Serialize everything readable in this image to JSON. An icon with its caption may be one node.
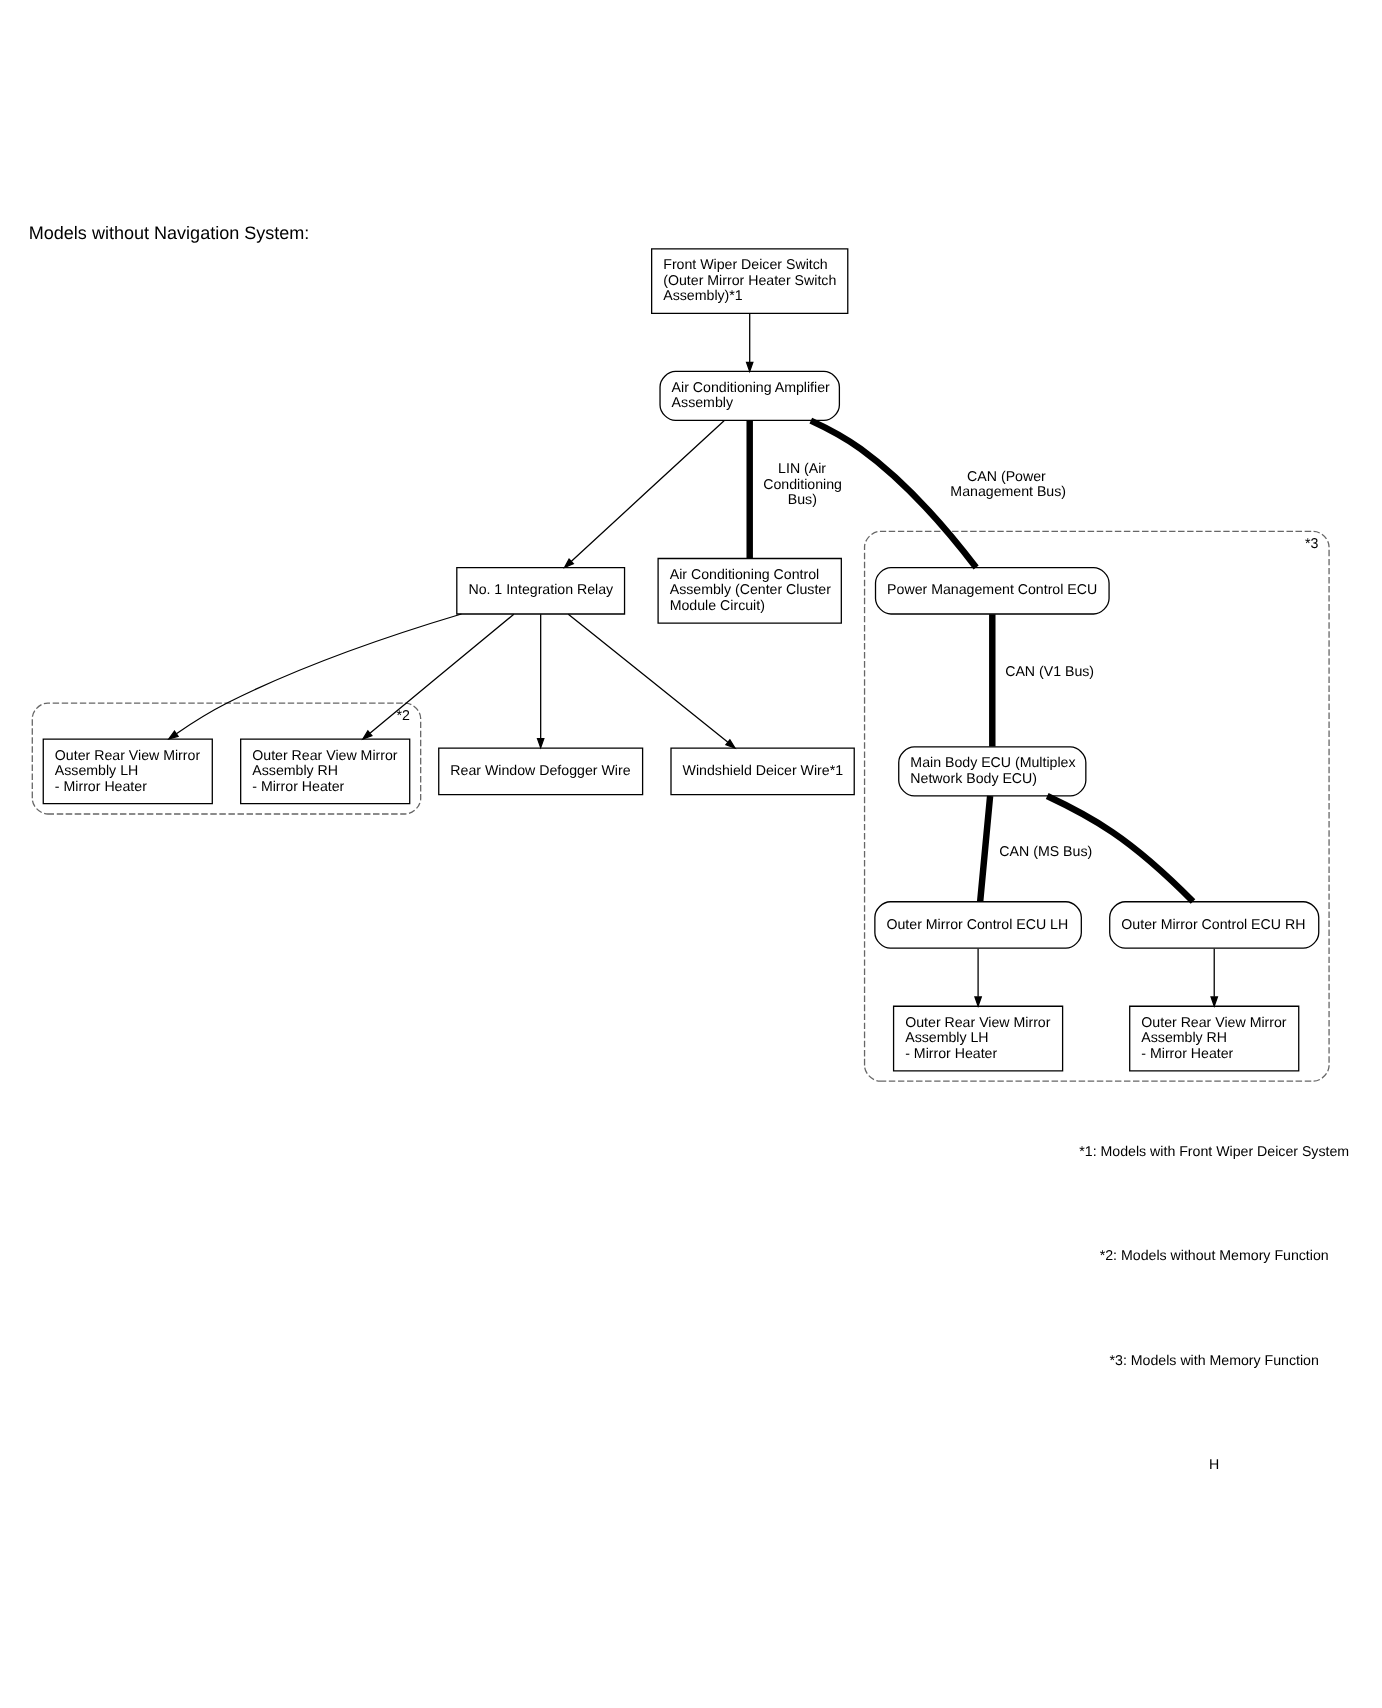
{
  "diagram": {
    "title": "Models without Navigation System:",
    "nodes": [
      {
        "text": [
          "Air Conditioning Amplifier Assembly"
        ]
      },
      {
        "text": [
          "Front Wiper Deicer Switch (Outer Mirror Heater Switch Assembly)*1"
        ]
      },
      {
        "text": [
          "*2"
        ]
      },
      {
        "text": [
          "Outer Rear View Mirror Assembly LH",
          "- Mirror Heater"
        ],
        "in": 2
      },
      {
        "text": [
          "Outer Rear View Mirror Assembly RH",
          "- Mirror Heater"
        ],
        "in": 2
      },
      {
        "text": [
          "No. 1 Integration Relay"
        ]
      },
      {
        "text": [
          "Rear Window Defogger Wire"
        ]
      },
      {
        "text": [
          "Windshield Deicer Wire*1"
        ]
      },
      {
        "text": [
          "Air Conditioning Control Assembly (Center Cluster Module Circuit)"
        ]
      },
      {
        "text": [
          "*3"
        ]
      },
      {
        "text": [
          "Power Management Control ECU"
        ],
        "in": 9
      },
      {
        "text": [
          "Main Body ECU (Multiplex Network Body ECU)"
        ],
        "in": 9
      },
      {
        "text": [
          "Outer Mirror Control ECU LH"
        ],
        "in": 9
      },
      {
        "text": [
          "Outer Mirror Control ECU RH"
        ],
        "in": 9
      },
      {
        "text": [
          "Outer Rear View Mirror Assembly LH",
          "- Mirror Heater"
        ],
        "in": 9
      },
      {
        "text": [
          "Outer Rear View Mirror Assembly RH",
          "- Mirror Heater"
        ],
        "in": 9
      }
    ],
    "edges": [
      {
        "from": 1,
        "to": 0,
        "arrow": "to"
      },
      {
        "from": 0,
        "to": 5,
        "arrow": "to"
      },
      {
        "from": 5,
        "to": 3,
        "arrow": "to"
      },
      {
        "from": 5,
        "to": 4,
        "arrow": "to"
      },
      {
        "from": 5,
        "to": 6,
        "arrow": "to"
      },
      {
        "from": 5,
        "to": 7,
        "arrow": "to"
      },
      {
        "from": 0,
        "to": 8,
        "arrow": "none",
        "style": "thick",
        "label": "LIN (Air Conditioning Bus)"
      },
      {
        "from": 0,
        "to": 10,
        "arrow": "none",
        "style": "thick",
        "label": "CAN (Power Management Bus)"
      },
      {
        "from": 10,
        "to": 11,
        "arrow": "none",
        "style": "thick",
        "label": "CAN (V1 Bus)"
      },
      {
        "from": 11,
        "to": 12,
        "arrow": "none",
        "style": "thick",
        "label": "CAN (MS Bus)"
      },
      {
        "from": 11,
        "to": 13,
        "arrow": "none",
        "style": "thick"
      },
      {
        "from": 12,
        "to": 14,
        "arrow": "to"
      },
      {
        "from": 13,
        "to": 15,
        "arrow": "to"
      }
    ],
    "labels": [
      "*1: Models with Front Wiper Deicer System",
      "*2: Models without Memory Function",
      "*3: Models with Memory Function",
      "H"
    ]
  }
}
